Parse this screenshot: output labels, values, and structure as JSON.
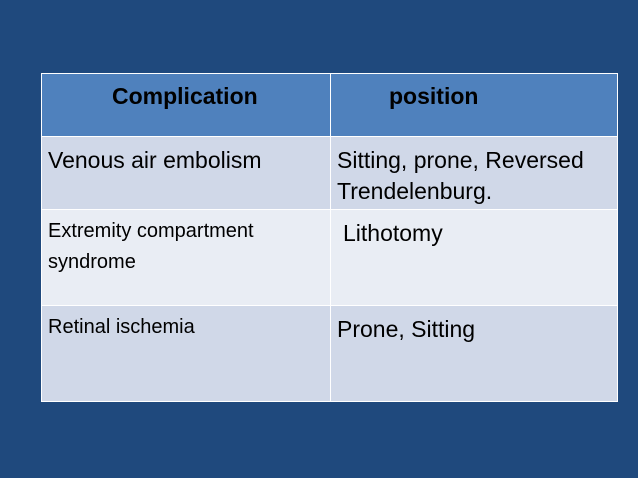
{
  "table": {
    "headers": [
      "Complication",
      "position"
    ],
    "rows": [
      [
        "Venous  air embolism",
        "Sitting, prone, Reversed Trendelenburg."
      ],
      [
        "Extremity compartment syndrome",
        "Lithotomy"
      ],
      [
        "Retinal ischemia",
        "Prone, Sitting"
      ]
    ]
  },
  "colors": {
    "background": "#1f497d",
    "header": "#4f81bd",
    "row_dark": "#d0d8e8",
    "row_light": "#e9edf4"
  }
}
